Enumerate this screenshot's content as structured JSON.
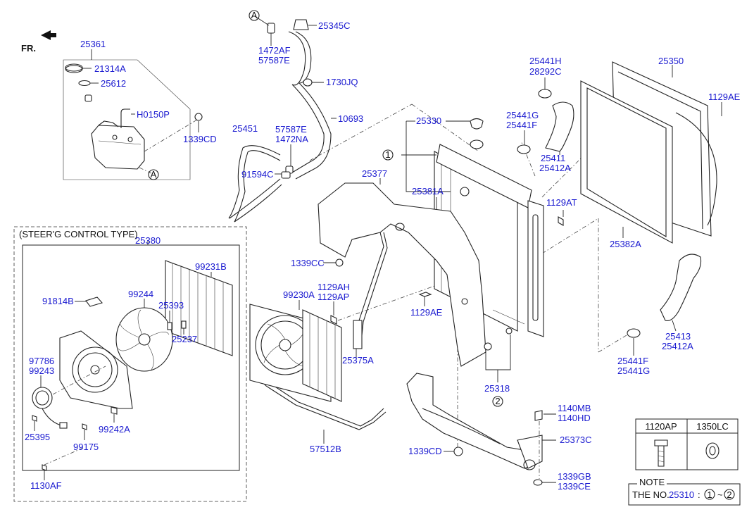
{
  "direction": {
    "label": "FR."
  },
  "markers": {
    "A": "A",
    "one": "1",
    "two": "2"
  },
  "section": {
    "title": "(STEER'G CONTROL TYPE)"
  },
  "parts": {
    "p25361": "25361",
    "p21314A": "21314A",
    "p25612": "25612",
    "pH0150P": "H0150P",
    "p1339CD_a": "1339CD",
    "p25345C": "25345C",
    "p1472AF": "1472AF",
    "p57587E_a": "57587E",
    "p1730JQ": "1730JQ",
    "p10693": "10693",
    "p25451": "25451",
    "p57587E_b": "57587E",
    "p1472NA": "1472NA",
    "p91594C": "91594C",
    "p25330": "25330",
    "p25377": "25377",
    "p25381A": "25381A",
    "p25441H": "25441H",
    "p28292C": "28292C",
    "p25441G_a": "25441G",
    "p25441F_a": "25441F",
    "p25411": "25411",
    "p25412A_a": "25412A",
    "p25350": "25350",
    "p1129AE_a": "1129AE",
    "p1129AT": "1129AT",
    "p25382A": "25382A",
    "p1339CC": "1339CC",
    "p1129AH": "1129AH",
    "p1129AP": "1129AP",
    "p1129AE_b": "1129AE",
    "p25413": "25413",
    "p25412A_b": "25412A",
    "p25441F_b": "25441F",
    "p25441G_b": "25441G",
    "p25375A": "25375A",
    "p25318": "25318",
    "p25380": "25380",
    "p99231B": "99231B",
    "p91814B": "91814B",
    "p99244": "99244",
    "p25393": "25393",
    "p25237": "25237",
    "p99230A": "99230A",
    "p97786": "97786",
    "p99243": "99243",
    "p99242A": "99242A",
    "p25395": "25395",
    "p99175": "99175",
    "p1130AF": "1130AF",
    "p57512B": "57512B",
    "p1140MB": "1140MB",
    "p1140HD": "1140HD",
    "p25373C": "25373C",
    "p1339CD_b": "1339CD",
    "p1339GB": "1339GB",
    "p1339CE": "1339CE"
  },
  "table": {
    "headers": [
      "1120AP",
      "1350LC"
    ]
  },
  "note": {
    "heading": "NOTE",
    "prefix": "THE NO.",
    "number": "25310",
    "sep": ":",
    "from": "1",
    "tilde": "~",
    "to": "2"
  },
  "colors": {
    "label": "#1a1ad0",
    "line": "#222222",
    "background": "#ffffff"
  }
}
